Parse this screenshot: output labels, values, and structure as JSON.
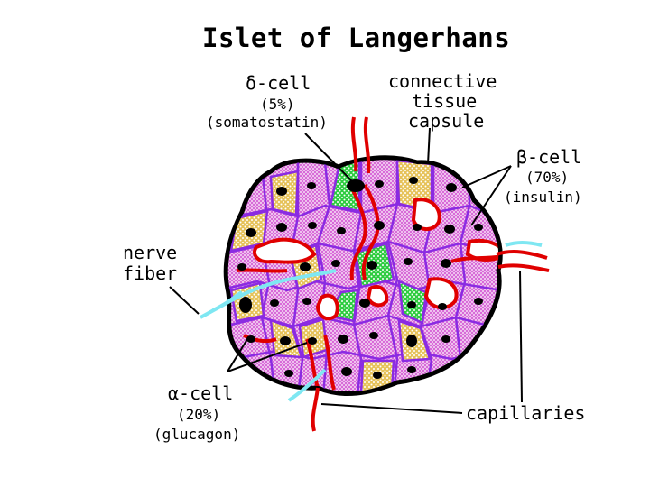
{
  "title": "Islet of Langerhans",
  "labels": {
    "delta": {
      "name": "δ-cell",
      "percent": "(5%)",
      "hormone": "(somatostatin)"
    },
    "capsule": {
      "line1": "connective",
      "line2": "tissue",
      "line3": "capsule"
    },
    "beta": {
      "name": "β-cell",
      "percent": "(70%)",
      "hormone": "(insulin)"
    },
    "nerve": {
      "line1": "nerve",
      "line2": "fiber"
    },
    "alpha": {
      "name": "α-cell",
      "percent": "(20%)",
      "hormone": "(glucagon)"
    },
    "capillaries": "capillaries"
  },
  "colors": {
    "outline": "#000000",
    "cell_border": "#8a2be2",
    "beta_fill": "#d86bd8",
    "alpha_fill": "#e6c25a",
    "delta_fill": "#2ecc40",
    "capillary": "#e00000",
    "nerve": "#7fe7f2",
    "nucleus": "#000000"
  }
}
